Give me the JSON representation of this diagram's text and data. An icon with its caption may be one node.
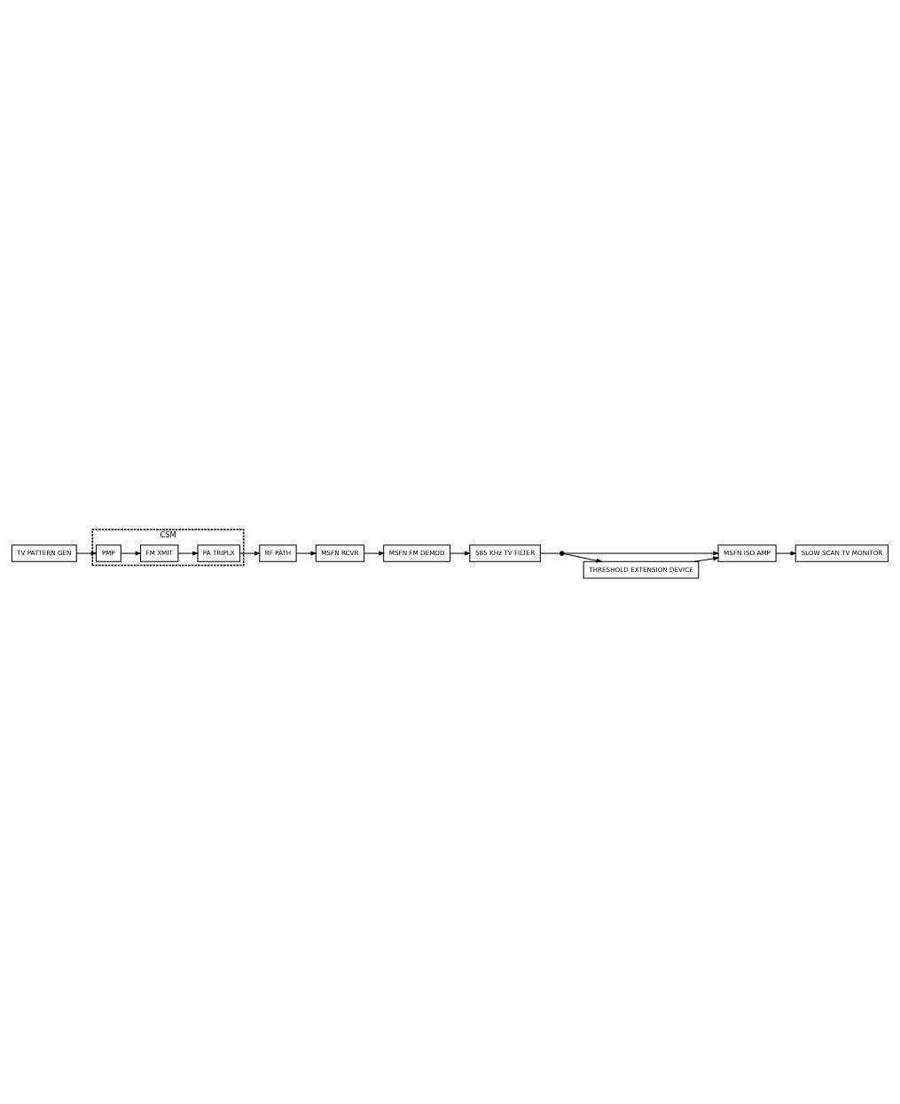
{
  "diagram": {
    "nodes": [
      {
        "text": [
          "CSM"
        ]
      },
      {
        "text": [
          "PMP"
        ],
        "in": 0
      },
      {
        "text": [
          "FM XMIT"
        ],
        "in": 0
      },
      {
        "text": [
          "PA TRIPLX"
        ],
        "in": 0
      },
      {
        "text": [
          "RF PATH"
        ]
      },
      {
        "text": [
          "TV PATTERN GEN"
        ]
      },
      {
        "text": [
          "MSFN RCVR"
        ]
      },
      {
        "text": [
          "MSFN FM DEMOD"
        ]
      },
      {
        "text": [
          "585 KHz TV FILTER"
        ]
      },
      {
        "text": [
          "MSFN ISO AMP"
        ]
      },
      {
        "text": [],
        "shape": "switch"
      },
      {
        "text": [
          "THRESHOLD EXTENSION DEVICE"
        ]
      },
      {
        "text": [
          "SLOW SCAN TV MONITOR"
        ]
      }
    ],
    "edges": [
      {
        "from": 5,
        "to": 1,
        "arrow": "to"
      },
      {
        "from": 1,
        "to": 2,
        "arrow": "to"
      },
      {
        "from": 2,
        "to": 3,
        "arrow": "to"
      },
      {
        "from": 3,
        "to": 4,
        "arrow": "to"
      },
      {
        "from": 4,
        "to": 6,
        "arrow": "to"
      },
      {
        "from": 6,
        "to": 7,
        "arrow": "to"
      },
      {
        "from": 7,
        "to": 8,
        "arrow": "to"
      },
      {
        "from": 8,
        "to": 10,
        "arrow": "none"
      },
      {
        "from": 10,
        "to": 9,
        "arrow": "to"
      },
      {
        "from": 10,
        "to": 11,
        "arrow": "to"
      },
      {
        "from": 11,
        "to": 9,
        "arrow": "to"
      },
      {
        "from": 9,
        "to": 12,
        "arrow": "to"
      }
    ]
  }
}
